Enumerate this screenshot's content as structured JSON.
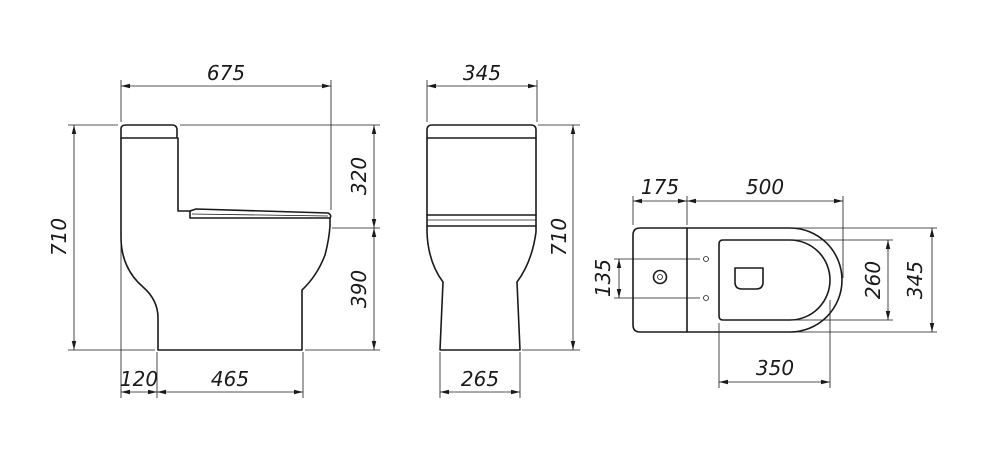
{
  "views": {
    "side": {
      "overall_width": "675",
      "overall_height": "710",
      "tank_height": "320",
      "bowl_height": "390",
      "rear_offset": "120",
      "base_depth": "465"
    },
    "front": {
      "overall_width": "345",
      "overall_height": "710",
      "base_width": "265"
    },
    "top": {
      "tank_depth": "175",
      "bowl_length": "500",
      "fixing_spacing": "135",
      "seat_width": "260",
      "overall_width": "345",
      "seat_length": "350"
    }
  },
  "colors": {
    "line": "#1a1a1a",
    "background": "#ffffff"
  }
}
